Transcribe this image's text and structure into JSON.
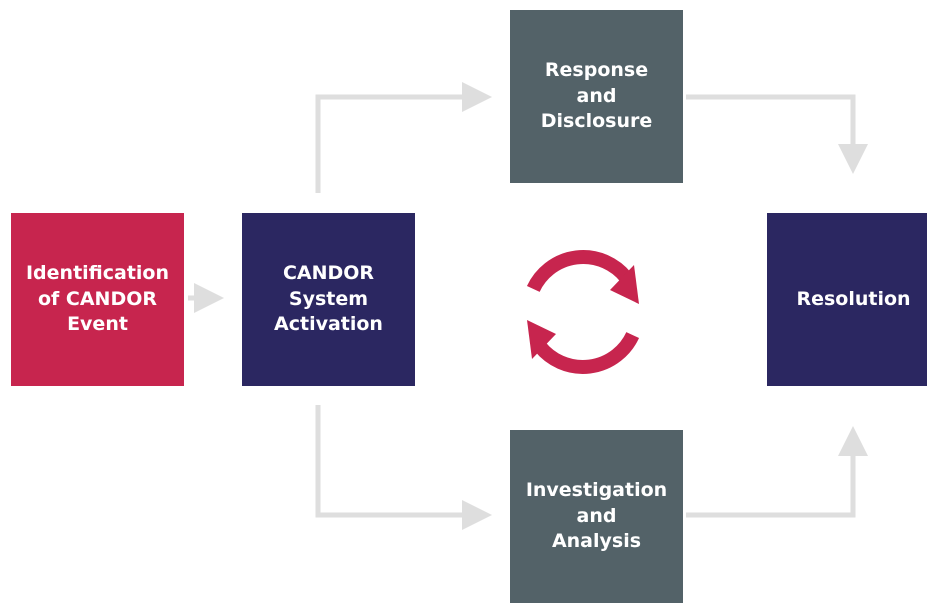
{
  "colors": {
    "identification": "#c7254e",
    "activation": "#2b2761",
    "response": "#536268",
    "investigation": "#536268",
    "resolution": "#2b2761",
    "connector": "#dedede",
    "cycle": "#c7254e"
  },
  "boxes": {
    "identification": "Identification\nof CANDOR\nEvent",
    "activation": "CANDOR\nSystem\nActivation",
    "response": "Response\nand\nDisclosure",
    "investigation": "Investigation\nand\nAnalysis",
    "resolution": "Resolution"
  },
  "cycle_icon": "refresh-cycle-icon"
}
